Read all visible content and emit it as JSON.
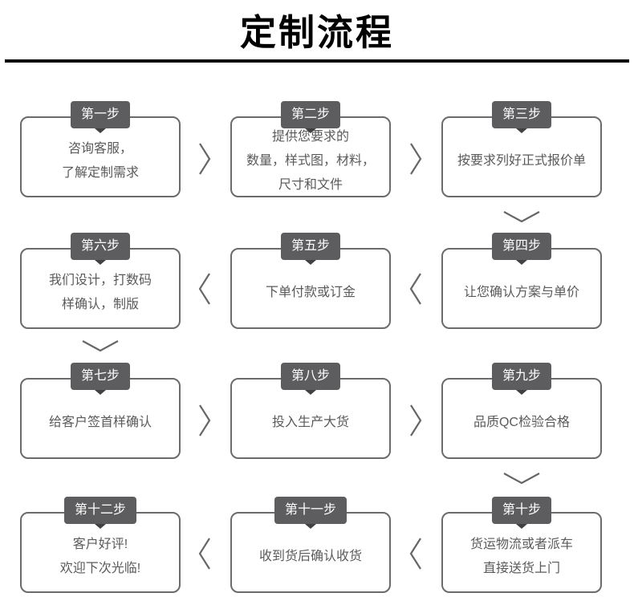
{
  "page_title": "定制流程",
  "colors": {
    "title": "#000000",
    "divider": "#0b0b0b",
    "tab_background": "#5d5d5f",
    "tab_text": "#ffffff",
    "tab_notch": "#414141",
    "box_border": "#6b6b6b",
    "box_text": "#5a5a5a",
    "arrow": "#666666"
  },
  "steps": [
    {
      "label": "第一步",
      "text": "咨询客服，\n了解定制需求"
    },
    {
      "label": "第二步",
      "text": "提供您要求的\n数量，样式图，材料，\n尺寸和文件"
    },
    {
      "label": "第三步",
      "text": "按要求列好正式报价单"
    },
    {
      "label": "第四步",
      "text": "让您确认方案与单价"
    },
    {
      "label": "第五步",
      "text": "下单付款或订金"
    },
    {
      "label": "第六步",
      "text": "我们设计，打数码\n样确认，制版"
    },
    {
      "label": "第七步",
      "text": "给客户签首样确认"
    },
    {
      "label": "第八步",
      "text": "投入生产大货"
    },
    {
      "label": "第九步",
      "text": "品质QC检验合格"
    },
    {
      "label": "第十步",
      "text": "货运物流或者派车\n直接送货上门"
    },
    {
      "label": "第十一步",
      "text": "收到货后确认收货"
    },
    {
      "label": "第十二步",
      "text": "客户好评!\n欢迎下次光临!"
    }
  ]
}
